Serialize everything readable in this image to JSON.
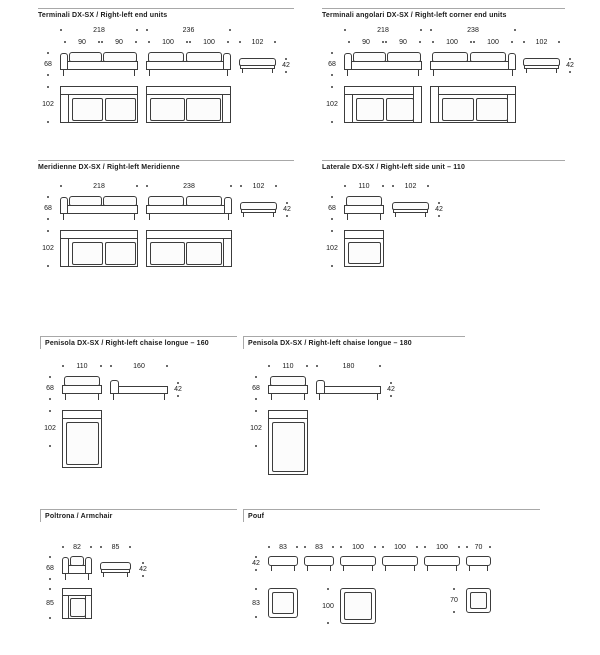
{
  "colors": {
    "line": "#3c3c3c",
    "rule": "#a8a8a8",
    "text": "#1a1a1a",
    "background": "#ffffff"
  },
  "sections": [
    {
      "title": "Terminali DX-SX / Right-left end units",
      "dims": {
        "overall_a": "218",
        "seat_a1": "90",
        "seat_a2": "90",
        "overall_b": "236",
        "seat_b1": "100",
        "seat_b2": "100",
        "side_depth": "102",
        "total_height": "68",
        "plan_depth": "102",
        "seat_height": "42"
      }
    },
    {
      "title": "Terminali angolari DX-SX / Right-left corner end units",
      "dims": {
        "overall_a": "218",
        "seat_a1": "90",
        "seat_a2": "90",
        "overall_b": "238",
        "seat_b1": "100",
        "seat_b2": "100",
        "side_depth": "102",
        "total_height": "68",
        "plan_depth": "102",
        "seat_height": "42"
      }
    },
    {
      "title": "Meridienne DX-SX / Right-left Meridienne",
      "dims": {
        "overall_a": "218",
        "overall_b": "238",
        "side_depth": "102",
        "total_height": "68",
        "plan_depth": "102",
        "seat_height": "42"
      }
    },
    {
      "title": "Laterale DX-SX / Right-left side unit – 110",
      "dims": {
        "width": "110",
        "side_depth": "102",
        "total_height": "68",
        "plan_depth": "102",
        "seat_height": "42"
      }
    },
    {
      "title": "Penisola DX-SX / Right-left chaise longue – 160",
      "dims": {
        "width": "110",
        "length": "160",
        "total_height": "68",
        "plan_depth": "102",
        "seat_height": "42"
      }
    },
    {
      "title": "Penisola DX-SX / Right-left chaise longue – 180",
      "dims": {
        "width": "110",
        "length": "180",
        "total_height": "68",
        "plan_depth": "102",
        "seat_height": "42"
      }
    },
    {
      "title": "Poltrona / Armchair",
      "dims": {
        "width": "82",
        "side_depth": "85",
        "total_height": "68",
        "plan_depth": "85",
        "seat_height": "42"
      }
    },
    {
      "title": "Pouf",
      "dims": {
        "w1": "83",
        "w2": "83",
        "w3": "100",
        "w4": "100",
        "w5": "100",
        "w6": "70",
        "height": "42",
        "plan1": "83",
        "plan2": "100",
        "plan3": "70"
      }
    }
  ]
}
